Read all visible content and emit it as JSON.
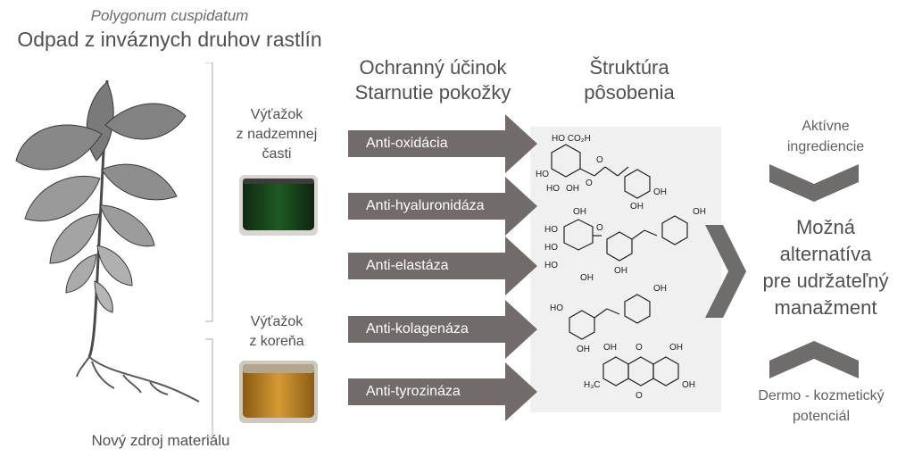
{
  "header": {
    "latin_name": "Polygonum cuspidatum",
    "title": "Odpad z inváznych druhov rastlín"
  },
  "footer": {
    "caption": "Nový zdroj materiálu"
  },
  "extracts": {
    "aerial": {
      "line1": "Výťažok",
      "line2": "z nadzemnej",
      "line3": "časti"
    },
    "root": {
      "line1": "Výťažok",
      "line2": "z koreňa"
    }
  },
  "columns": {
    "effect": {
      "line1": "Ochranný účinok",
      "line2": "Starnutie pokožky"
    },
    "structure": {
      "line1": "Štruktúra",
      "line2": "pôsobenia"
    }
  },
  "activities": [
    {
      "label": "Anti-oxidácia"
    },
    {
      "label": "Anti-hyaluronidáza"
    },
    {
      "label": "Anti-elastáza"
    },
    {
      "label": "Anti-kolagenáza"
    },
    {
      "label": "Anti-tyrozináza"
    }
  ],
  "molecule_labels": {
    "m1": {
      "ho_co2h": "HO  CO₂H",
      "ho1": "HO",
      "ho2": "HO",
      "oh1": "OH",
      "o1": "O",
      "o2": "O",
      "oh_ring1": "OH",
      "oh_ring2": "OH"
    },
    "m2": {
      "oh_top": "OH",
      "ho1": "HO",
      "ho2": "HO",
      "ho3": "HO",
      "oh_side": "OH",
      "o": "O",
      "oh_right": "OH",
      "oh_bottom": "OH"
    },
    "m3": {
      "oh_right": "OH",
      "ho_left": "HO",
      "oh_bottom": "OH"
    },
    "m4": {
      "oh1": "OH",
      "o_top": "O",
      "oh2": "OH",
      "h3c": "H₃C",
      "o_bottom": "O",
      "oh3": "OH"
    }
  },
  "right_panel": {
    "active": {
      "line1": "Aktívne",
      "line2": "ingrediencie"
    },
    "outcome": {
      "line1": "Možná",
      "line2": "alternatíva",
      "line3": "pre udržateľný",
      "line4": "manažment"
    },
    "dermo": {
      "line1": "Dermo - kozmetický",
      "line2": "potenciál"
    }
  },
  "colors": {
    "arrow": "#716c69",
    "chevron": "#6f6c6b",
    "structure_bg": "#f0f0f0",
    "text": "#505050"
  }
}
